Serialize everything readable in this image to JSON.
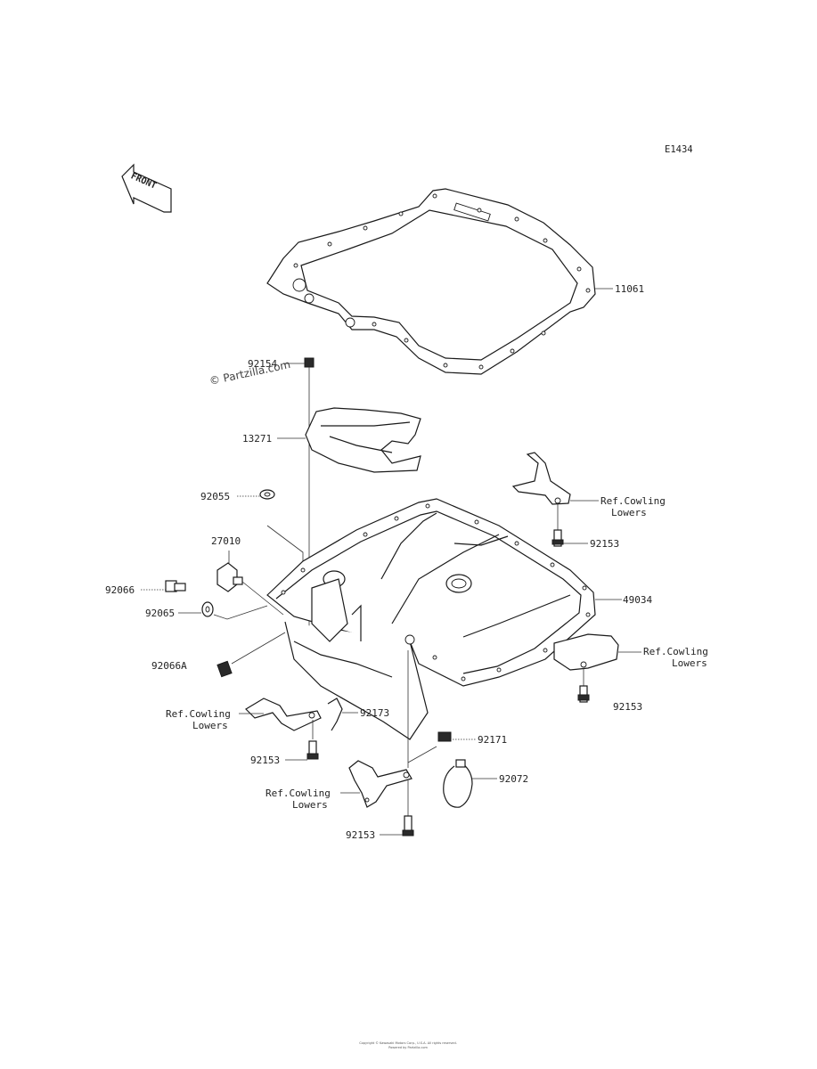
{
  "diagram_id": "E1434",
  "front_label": "FRONT",
  "watermark": "© Partzilla.com",
  "labels": {
    "p11061": "11061",
    "p92154": "92154",
    "p13271": "13271",
    "p92055": "92055",
    "p27010": "27010",
    "p92066": "92066",
    "p92065": "92065",
    "p92066a": "92066A",
    "p49034": "49034",
    "p92153_top": "92153",
    "p92153_right": "92153",
    "p92153_left": "92153",
    "p92153_bottom": "92153",
    "p92173": "92173",
    "p92171": "92171",
    "p92072": "92072"
  },
  "ref_cowling": {
    "line1": "Ref.Cowling",
    "line2": "Lowers"
  },
  "footer": {
    "line1": "Copyright © Kawasaki Motors Corp., U.S.A. All rights reserved.",
    "line2": "Powered by Partzilla.com"
  }
}
